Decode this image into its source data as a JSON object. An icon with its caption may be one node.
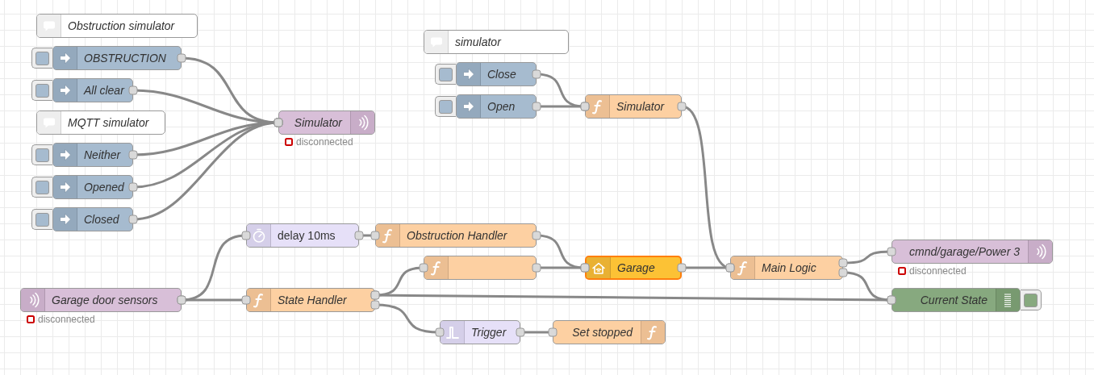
{
  "diagram": {
    "nodes": [
      {
        "text": [
          "Obstruction simulator"
        ]
      },
      {
        "text": [
          "OBSTRUCTION"
        ]
      },
      {
        "text": [
          "All clear"
        ]
      },
      {
        "text": [
          "MQTT simulator"
        ]
      },
      {
        "text": [
          "Neither"
        ]
      },
      {
        "text": [
          "Opened"
        ]
      },
      {
        "text": [
          "Closed"
        ]
      },
      {
        "text": [
          "Simulator"
        ],
        "beside": [
          "disconnected"
        ]
      },
      {
        "text": [
          "simulator"
        ]
      },
      {
        "text": [
          "Close"
        ]
      },
      {
        "text": [
          "Open"
        ]
      },
      {
        "text": [
          "Simulator"
        ]
      },
      {
        "text": [
          "delay 10ms"
        ]
      },
      {
        "text": [
          "Obstruction Handler"
        ]
      },
      {
        "text": [],
        "shape": "box"
      },
      {
        "text": [
          "Garage"
        ]
      },
      {
        "text": [
          "Main Logic"
        ]
      },
      {
        "text": [
          "cmnd/garage/Power 3"
        ],
        "beside": [
          "disconnected"
        ]
      },
      {
        "text": [
          "Garage door sensors"
        ],
        "beside": [
          "disconnected"
        ]
      },
      {
        "text": [
          "State Handler"
        ]
      },
      {
        "text": [
          "Current State"
        ]
      },
      {
        "text": [
          "Trigger"
        ]
      },
      {
        "text": [
          "Set stopped"
        ]
      }
    ],
    "edges": [
      {
        "from": 1,
        "to": 7,
        "arrow": "other"
      },
      {
        "from": 2,
        "to": 7,
        "arrow": "other"
      },
      {
        "from": 4,
        "to": 7,
        "arrow": "other"
      },
      {
        "from": 5,
        "to": 7,
        "arrow": "other"
      },
      {
        "from": 6,
        "to": 7,
        "arrow": "other"
      },
      {
        "from": 9,
        "to": 11,
        "arrow": "other"
      },
      {
        "from": 10,
        "to": 11,
        "arrow": "other"
      },
      {
        "from": 11,
        "to": 16,
        "arrow": "other"
      },
      {
        "from": 18,
        "to": 12,
        "arrow": "other"
      },
      {
        "from": 18,
        "to": 19,
        "arrow": "other"
      },
      {
        "from": 12,
        "to": 13,
        "arrow": "other"
      },
      {
        "from": 13,
        "to": 15,
        "arrow": "other"
      },
      {
        "from": 19,
        "to": 14,
        "arrow": "other"
      },
      {
        "from": 19,
        "to": 20,
        "arrow": "other"
      },
      {
        "from": 19,
        "to": 21,
        "arrow": "other"
      },
      {
        "from": 14,
        "to": 15,
        "arrow": "other"
      },
      {
        "from": 15,
        "to": 16,
        "arrow": "other"
      },
      {
        "from": 16,
        "to": 17,
        "arrow": "other"
      },
      {
        "from": 16,
        "to": 20,
        "arrow": "other"
      },
      {
        "from": 21,
        "to": 22,
        "arrow": "other"
      }
    ]
  }
}
